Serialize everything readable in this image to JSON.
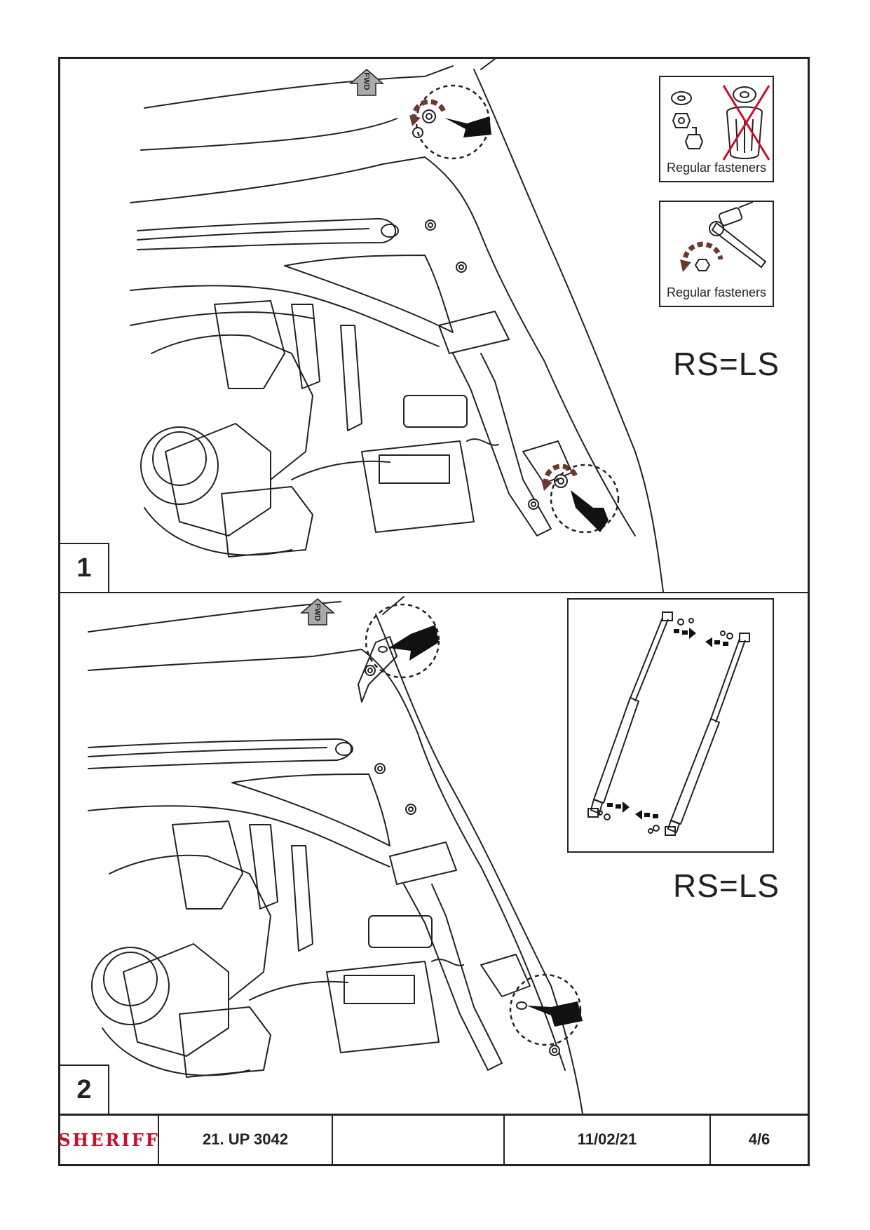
{
  "steps": [
    {
      "number": "1",
      "inset_top_caption": "Regular fasteners",
      "inset_bottom_caption": "Regular fasteners",
      "side_note": "RS=LS",
      "direction_label": "FWD"
    },
    {
      "number": "2",
      "side_note": "RS=LS",
      "direction_label": "FWD"
    }
  ],
  "footer": {
    "logo": "SHERIFF",
    "code": "21. UP 3042",
    "blank": "",
    "date": "11/02/21",
    "page": "4/6"
  },
  "colors": {
    "accent": "#c8102e",
    "rotation_arrow": "#6b3a2e",
    "line": "#222222"
  }
}
